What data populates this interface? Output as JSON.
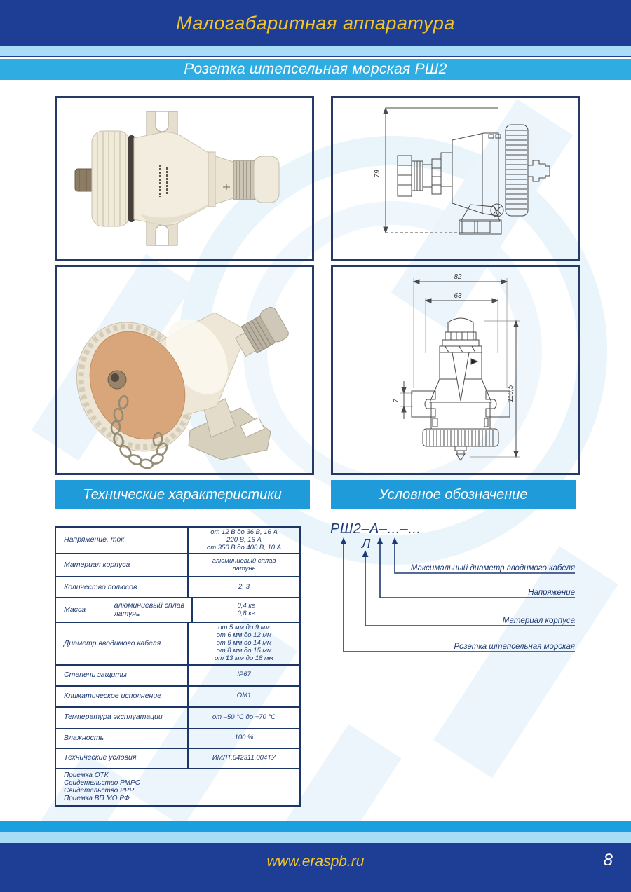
{
  "header": {
    "title": "Малогабаритная аппаратура"
  },
  "product": {
    "title": "Розетка штепсельная морская РШ2"
  },
  "sections": {
    "specs": "Технические характеристики",
    "designation": "Условное обозначение"
  },
  "specs_table": {
    "rows": [
      {
        "label": "Напряжение, ток",
        "value": "от 12 В до 36 В, 16 А\n220 В, 16 А\nот 350 В до 400 В, 10 А"
      },
      {
        "label": "Материал корпуса",
        "value": "алюминиевый сплав\nлатунь"
      },
      {
        "label": "Количество полюсов",
        "value": "2, 3"
      },
      {
        "label": "Масса",
        "sublabel": "алюминиевый сплав\nлатунь",
        "value": "0,4 кг\n0,8 кг"
      },
      {
        "label": "Диаметр вводимого кабеля",
        "value": "от 5 мм до 9 мм\nот 6 мм до 12 мм\nот 9 мм до 14 мм\nот 8 мм до 15 мм\nот 13 мм до 18 мм"
      },
      {
        "label": "Степень защиты",
        "value": "IP67"
      },
      {
        "label": "Климатическое исполнение",
        "value": "ОМ1"
      },
      {
        "label": "Температура эксплуатации",
        "value": "от –50 °С до +70 °С"
      },
      {
        "label": "Влажность",
        "value": "100 %"
      },
      {
        "label": "Технические условия",
        "value": "ИМЛТ.642311.004ТУ"
      }
    ],
    "acceptance": "Приемка ОТК\nСвидетельство РМРС\nСвидетельство РРР\nПриемка ВП МО РФ"
  },
  "designation": {
    "code": "РШ2–А–...–...",
    "code_alt": "Л",
    "labels": [
      "Максимальный диаметр вводимого кабеля",
      "Напряжение",
      "Материал корпуса",
      "Розетка штепсельная морская"
    ]
  },
  "drawings": {
    "side": {
      "height_dim": "79"
    },
    "front": {
      "width_dim": "82",
      "inner_width_dim": "63",
      "height_dim": "116,5",
      "flange_dim": "7"
    }
  },
  "footer": {
    "url": "www.eraspb.ru",
    "page_number": "8"
  },
  "colors": {
    "dark_blue": "#1d3e94",
    "light_blue": "#a9dcf6",
    "product_bar_blue": "#2fade2",
    "section_blue": "#1e9bd8",
    "navy_text": "#1c3766",
    "yellow": "#f2c528"
  }
}
